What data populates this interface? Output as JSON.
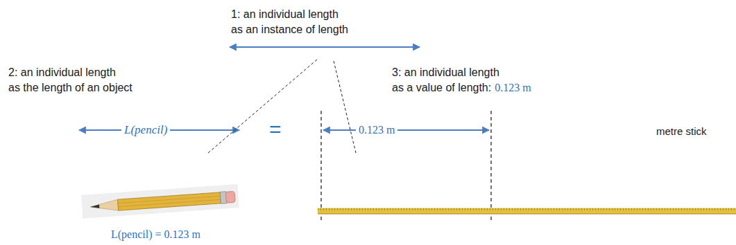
{
  "diagram": {
    "labels": [
      "1: an individual length as an instance of length",
      "2: an individual length as the length of an object",
      "L(pencil)",
      "=",
      "3: an individual length as a value of length:",
      "0.123 m",
      "0.123 m",
      "metre stick",
      "L(pencil) = 0.123 m"
    ]
  }
}
